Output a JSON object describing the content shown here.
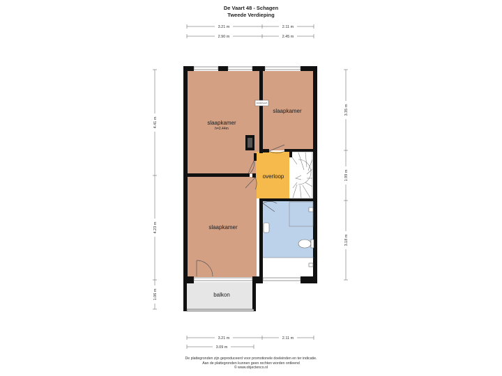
{
  "header": {
    "title": "De Vaart 48 - Schagen",
    "subtitle": "Tweede Verdieping"
  },
  "rooms": {
    "bedroom_top_left": {
      "label": "slaapkamer",
      "height": "h=2.44m"
    },
    "bedroom_top_right": {
      "label": "slaapkamer"
    },
    "landing": {
      "label": "overloop"
    },
    "bedroom_bottom": {
      "label": "slaapkamer"
    },
    "balcony": {
      "label": "balkon"
    }
  },
  "fixtures": {
    "kitchen_box": "KOOKPLAAT"
  },
  "dimensions": {
    "top_row1": [
      "3.21 m",
      "2.11 m"
    ],
    "top_row2": [
      "2.90 m",
      "2.45 m"
    ],
    "bottom_row1": [
      "3.21 m",
      "2.11 m"
    ],
    "bottom_row2": [
      "3.09 m"
    ],
    "left": [
      "4.41 m",
      "4.23 m",
      "1.06 m"
    ],
    "right": [
      "3.35 m",
      "1.99 m",
      "3.18 m"
    ]
  },
  "footer": {
    "line1": "De plattegronden zijn geproduceerd voor promotionele doeleinden en ter indicatie.",
    "line2": "Aan de plattegronden kunnen geen rechten worden ontleend",
    "line3": "© www.objectenco.nl"
  },
  "colors": {
    "bedroom": "#d4a084",
    "landing": "#f6b94c",
    "bathroom": "#bcd2ea",
    "balcony": "#e6e6e6",
    "wall": "#111111"
  }
}
